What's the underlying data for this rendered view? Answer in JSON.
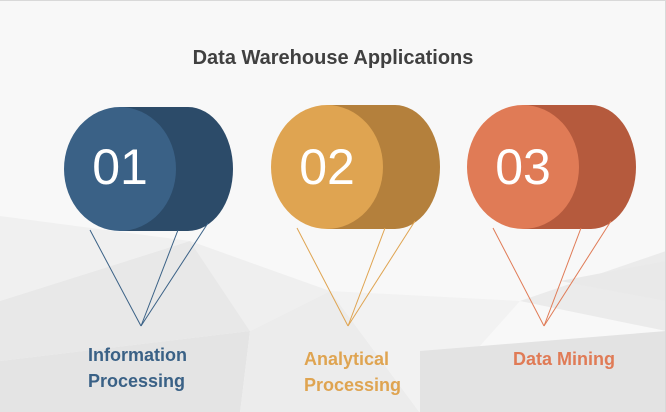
{
  "title": "Data Warehouse Applications",
  "items": [
    {
      "number": "01",
      "label_line1": "Information",
      "label_line2": "Processing",
      "color": "#3a6186",
      "shade": "#2c4b69",
      "label_color": "#3a6186"
    },
    {
      "number": "02",
      "label_line1": "Analytical",
      "label_line2": "Processing",
      "color": "#dfa451",
      "shade": "#b4803c",
      "label_color": "#dfa451"
    },
    {
      "number": "03",
      "label_line1": "Data Mining",
      "label_line2": "",
      "color": "#e07b56",
      "shade": "#b55a3d",
      "label_color": "#e07b56"
    }
  ]
}
